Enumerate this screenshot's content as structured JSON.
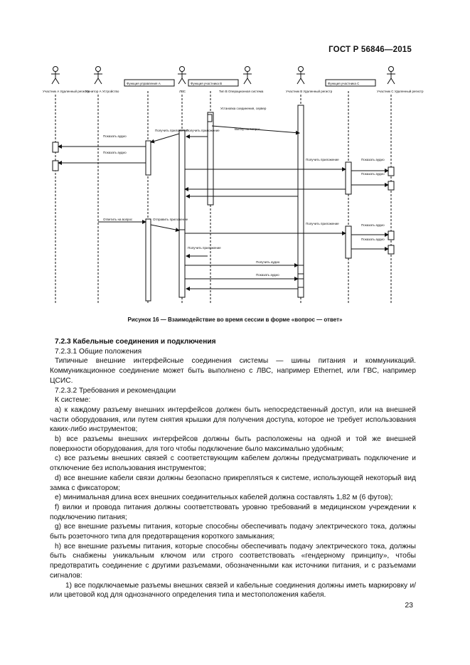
{
  "header": {
    "standard": "ГОСТ Р 56846—2015"
  },
  "figure": {
    "caption": "Рисунок 16 — Взаимодействие во время сессии в форме «вопрос — ответ»",
    "lanes": [
      {
        "label": "Участник А Удаленный регистр"
      },
      {
        "label": "Монитор А Устройство"
      },
      {
        "label": "ЛВС",
        "box": "Функция управления А"
      },
      {
        "label": "Тип В Операционная система",
        "box": "Функция участника В"
      },
      {
        "label": "Участник В Удаленный регистр"
      },
      {
        "label": "",
        "box": "Функция участника С"
      },
      {
        "label": "Участник С Удаленный регистр"
      }
    ],
    "messages": [
      "Установка соединения, сервер",
      "Выбор на вопрос",
      "Получить приложение",
      "Получить приложение",
      "Показать аудио",
      "Показать аудио",
      "Получить приложение",
      "Показать аудио",
      "Показать аудио",
      "Ответить на вопрос",
      "Отправить приложение",
      "Получить приложение",
      "Показать аудио",
      "Показать аудио",
      "Получить приложение",
      "Получить аудио",
      "Показать аудио"
    ]
  },
  "section": {
    "heading": "7.2.3 Кабельные соединения и подключения",
    "sub1": "7.2.3.1 Общие положения",
    "p1": "Типичные внешние интерфейсные соединения системы — шины питания и коммуникаций. Коммуникационное соединение может быть выполнено с ЛВС, например Ethernet, или ГВС, например ЦСИС.",
    "sub2": "7.2.3.2 Требования и рекомендации",
    "intro": "К системе:",
    "items": [
      "a) к каждому разъему внешних интерфейсов должен быть непосредственный доступ, или на внешней части оборудования, или путем снятия крышки для получения доступа, которое не требует использования каких-либо инструментов;",
      "b) все разъемы внешних интерфейсов должны быть расположены на одной и той же внешней поверхности оборудования, для того чтобы подключение было максимально удобным;",
      "c) все разъемы внешних связей с соответствующим кабелем должны предусматривать подключение и отключение без использования инструментов;",
      "d) все внешние кабели связи должны безопасно прикрепляться к системе, использующей некоторый вид замка с фиксатором;",
      "e) минимальная длина всех внешних соединительных кабелей должна составлять 1,82 м (6 футов);",
      "f) вилки и провода питания должны соответствовать уровню требований в медицинском учреждении к подключению питания;",
      "g) все внешние разъемы питания, которые способны обеспечивать подачу электрического тока, должны быть розеточного типа для предотвращения короткого замыкания;",
      "h) все внешние разъемы питания, которые способны обеспечивать подачу электрического тока, должны быть снабжены уникальным ключом или строго соответствовать «гендерному принципу», чтобы предотвратить соединение с другими разъемами, обозначенными как источники питания, и с разъемами сигналов:"
    ],
    "subitem": "1) все подключаемые разъемы внешних связей и кабельные соединения должны иметь маркировку и/или цветовой код для однозначного определения типа и местоположения кабеля."
  },
  "page_number": "23"
}
